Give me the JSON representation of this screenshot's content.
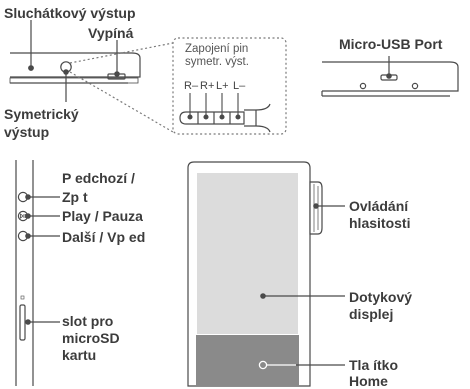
{
  "labels": {
    "headphone_out": "Sluchátkový výstup",
    "power": "Vypíná",
    "balanced_out": "Symetrický\nvýstup",
    "usb": "Micro-USB Port",
    "prev": "P edchozí /\nZp t",
    "play": "Play / Pauza",
    "next": "Další / Vp ed",
    "sd": "slot pro\nmicroSD\nkartu",
    "volume": "Ovládání\nhlasitosti",
    "touch": "Dotykový\ndisplej",
    "home": "Tla ítko\nHome"
  },
  "pin_box": {
    "title": "Zapojení pin\nsymetr. výst.",
    "pins": [
      "R–",
      "R+",
      "L+",
      "L–"
    ]
  },
  "colors": {
    "outline": "#4a4a4a",
    "text": "#3c3c3c",
    "screen": "#dcdcdc",
    "bezel": "#8a8a8a",
    "dotted": "#7a7a7a"
  }
}
